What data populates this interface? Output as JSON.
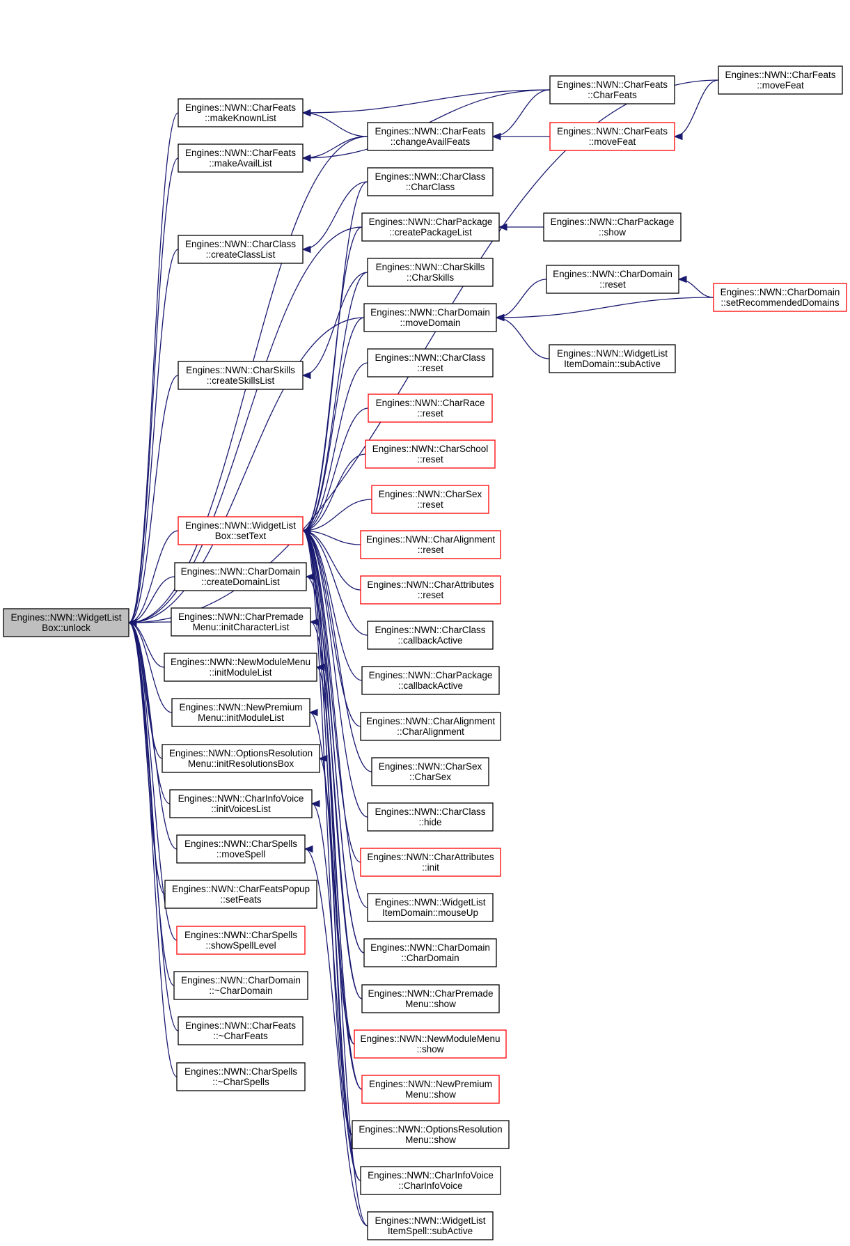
{
  "colors": {
    "edge": "#191970",
    "node_border": "#000000",
    "node_border_truncated": "#ff0000",
    "root_fill": "#bfbfbf",
    "node_fill": "#ffffff"
  },
  "nodes": [
    {
      "id": "root",
      "line1": "Engines::NWN::WidgetList",
      "line2": "Box::unlock",
      "style": "root"
    },
    {
      "id": "makeKnownList",
      "line1": "Engines::NWN::CharFeats",
      "line2": "::makeKnownList",
      "style": "normal"
    },
    {
      "id": "makeAvailList",
      "line1": "Engines::NWN::CharFeats",
      "line2": "::makeAvailList",
      "style": "normal"
    },
    {
      "id": "createClassList",
      "line1": "Engines::NWN::CharClass",
      "line2": "::createClassList",
      "style": "normal"
    },
    {
      "id": "createSkillsList",
      "line1": "Engines::NWN::CharSkills",
      "line2": "::createSkillsList",
      "style": "normal"
    },
    {
      "id": "setText",
      "line1": "Engines::NWN::WidgetList",
      "line2": "Box::setText",
      "style": "red"
    },
    {
      "id": "createDomainList",
      "line1": "Engines::NWN::CharDomain",
      "line2": "::createDomainList",
      "style": "normal"
    },
    {
      "id": "initCharacterList",
      "line1": "Engines::NWN::CharPremade",
      "line2": "Menu::initCharacterList",
      "style": "normal"
    },
    {
      "id": "nmmInitModuleList",
      "line1": "Engines::NWN::NewModuleMenu",
      "line2": "::initModuleList",
      "style": "normal"
    },
    {
      "id": "npmInitModuleList",
      "line1": "Engines::NWN::NewPremium",
      "line2": "Menu::initModuleList",
      "style": "normal"
    },
    {
      "id": "initResolutionsBox",
      "line1": "Engines::NWN::OptionsResolution",
      "line2": "Menu::initResolutionsBox",
      "style": "normal"
    },
    {
      "id": "initVoicesList",
      "line1": "Engines::NWN::CharInfoVoice",
      "line2": "::initVoicesList",
      "style": "normal"
    },
    {
      "id": "moveSpell",
      "line1": "Engines::NWN::CharSpells",
      "line2": "::moveSpell",
      "style": "normal"
    },
    {
      "id": "setFeats",
      "line1": "Engines::NWN::CharFeatsPopup",
      "line2": "::setFeats",
      "style": "normal"
    },
    {
      "id": "showSpellLevel",
      "line1": "Engines::NWN::CharSpells",
      "line2": "::showSpellLevel",
      "style": "red"
    },
    {
      "id": "dtorCharDomain",
      "line1": "Engines::NWN::CharDomain",
      "line2": "::~CharDomain",
      "style": "normal"
    },
    {
      "id": "dtorCharFeats",
      "line1": "Engines::NWN::CharFeats",
      "line2": "::~CharFeats",
      "style": "normal"
    },
    {
      "id": "dtorCharSpells",
      "line1": "Engines::NWN::CharSpells",
      "line2": "::~CharSpells",
      "style": "normal"
    },
    {
      "id": "changeAvailFeats",
      "line1": "Engines::NWN::CharFeats",
      "line2": "::changeAvailFeats",
      "style": "normal"
    },
    {
      "id": "ctorCharClass",
      "line1": "Engines::NWN::CharClass",
      "line2": "::CharClass",
      "style": "normal"
    },
    {
      "id": "createPackageList",
      "line1": "Engines::NWN::CharPackage",
      "line2": "::createPackageList",
      "style": "normal"
    },
    {
      "id": "ctorCharSkills",
      "line1": "Engines::NWN::CharSkills",
      "line2": "::CharSkills",
      "style": "normal"
    },
    {
      "id": "moveDomain",
      "line1": "Engines::NWN::CharDomain",
      "line2": "::moveDomain",
      "style": "normal"
    },
    {
      "id": "charClassReset",
      "line1": "Engines::NWN::CharClass",
      "line2": "::reset",
      "style": "normal"
    },
    {
      "id": "charRaceReset",
      "line1": "Engines::NWN::CharRace",
      "line2": "::reset",
      "style": "red"
    },
    {
      "id": "charSchoolReset",
      "line1": "Engines::NWN::CharSchool",
      "line2": "::reset",
      "style": "red"
    },
    {
      "id": "charSexReset",
      "line1": "Engines::NWN::CharSex",
      "line2": "::reset",
      "style": "red"
    },
    {
      "id": "charAlignmentReset",
      "line1": "Engines::NWN::CharAlignment",
      "line2": "::reset",
      "style": "red"
    },
    {
      "id": "charAttributesReset",
      "line1": "Engines::NWN::CharAttributes",
      "line2": "::reset",
      "style": "red"
    },
    {
      "id": "charClassCallback",
      "line1": "Engines::NWN::CharClass",
      "line2": "::callbackActive",
      "style": "normal"
    },
    {
      "id": "charPackageCallback",
      "line1": "Engines::NWN::CharPackage",
      "line2": "::callbackActive",
      "style": "normal"
    },
    {
      "id": "ctorCharAlignment",
      "line1": "Engines::NWN::CharAlignment",
      "line2": "::CharAlignment",
      "style": "normal"
    },
    {
      "id": "ctorCharSex",
      "line1": "Engines::NWN::CharSex",
      "line2": "::CharSex",
      "style": "normal"
    },
    {
      "id": "charClassHide",
      "line1": "Engines::NWN::CharClass",
      "line2": "::hide",
      "style": "normal"
    },
    {
      "id": "charAttributesInit",
      "line1": "Engines::NWN::CharAttributes",
      "line2": "::init",
      "style": "red"
    },
    {
      "id": "itemDomainMouseUp",
      "line1": "Engines::NWN::WidgetList",
      "line2": "ItemDomain::mouseUp",
      "style": "normal"
    },
    {
      "id": "ctorCharDomain",
      "line1": "Engines::NWN::CharDomain",
      "line2": "::CharDomain",
      "style": "normal"
    },
    {
      "id": "charPremadeShow",
      "line1": "Engines::NWN::CharPremade",
      "line2": "Menu::show",
      "style": "normal"
    },
    {
      "id": "newModuleMenuShow",
      "line1": "Engines::NWN::NewModuleMenu",
      "line2": "::show",
      "style": "red"
    },
    {
      "id": "newPremiumShow",
      "line1": "Engines::NWN::NewPremium",
      "line2": "Menu::show",
      "style": "red"
    },
    {
      "id": "optionsResolutionShow",
      "line1": "Engines::NWN::OptionsResolution",
      "line2": "Menu::show",
      "style": "normal"
    },
    {
      "id": "ctorCharInfoVoice",
      "line1": "Engines::NWN::CharInfoVoice",
      "line2": "::CharInfoVoice",
      "style": "normal"
    },
    {
      "id": "itemSpellSubActive",
      "line1": "Engines::NWN::WidgetList",
      "line2": "ItemSpell::subActive",
      "style": "normal"
    },
    {
      "id": "ctorCharFeats",
      "line1": "Engines::NWN::CharFeats",
      "line2": "::CharFeats",
      "style": "normal"
    },
    {
      "id": "charFeatsMoveFeat",
      "line1": "Engines::NWN::CharFeats",
      "line2": "::moveFeat",
      "style": "red"
    },
    {
      "id": "charPackageShow",
      "line1": "Engines::NWN::CharPackage",
      "line2": "::show",
      "style": "normal"
    },
    {
      "id": "charDomainReset",
      "line1": "Engines::NWN::CharDomain",
      "line2": "::reset",
      "style": "normal"
    },
    {
      "id": "itemDomainSubActive",
      "line1": "Engines::NWN::WidgetList",
      "line2": "ItemDomain::subActive",
      "style": "normal"
    },
    {
      "id": "moveFeatFar",
      "line1": "Engines::NWN::CharFeats",
      "line2": "::moveFeat",
      "style": "normal"
    },
    {
      "id": "setRecommendedDomains",
      "line1": "Engines::NWN::CharDomain",
      "line2": "::setRecommendedDomains",
      "style": "red"
    }
  ],
  "edges": [
    {
      "from": "makeKnownList",
      "to": "root"
    },
    {
      "from": "makeAvailList",
      "to": "root"
    },
    {
      "from": "createClassList",
      "to": "root"
    },
    {
      "from": "createSkillsList",
      "to": "root"
    },
    {
      "from": "setText",
      "to": "root"
    },
    {
      "from": "createDomainList",
      "to": "root"
    },
    {
      "from": "initCharacterList",
      "to": "root"
    },
    {
      "from": "nmmInitModuleList",
      "to": "root"
    },
    {
      "from": "npmInitModuleList",
      "to": "root"
    },
    {
      "from": "initResolutionsBox",
      "to": "root"
    },
    {
      "from": "initVoicesList",
      "to": "root"
    },
    {
      "from": "moveSpell",
      "to": "root"
    },
    {
      "from": "setFeats",
      "to": "root"
    },
    {
      "from": "showSpellLevel",
      "to": "root"
    },
    {
      "from": "dtorCharDomain",
      "to": "root"
    },
    {
      "from": "dtorCharFeats",
      "to": "root"
    },
    {
      "from": "dtorCharSpells",
      "to": "root"
    },
    {
      "from": "moveFeatFar",
      "to": "root"
    },
    {
      "from": "changeAvailFeats",
      "to": "root"
    },
    {
      "from": "createPackageList",
      "to": "root"
    },
    {
      "from": "moveDomain",
      "to": "root"
    },
    {
      "from": "ctorCharFeats",
      "to": "makeKnownList"
    },
    {
      "from": "changeAvailFeats",
      "to": "makeKnownList"
    },
    {
      "from": "ctorCharFeats",
      "to": "makeAvailList"
    },
    {
      "from": "changeAvailFeats",
      "to": "makeAvailList"
    },
    {
      "from": "ctorCharFeats",
      "to": "changeAvailFeats"
    },
    {
      "from": "charFeatsMoveFeat",
      "to": "changeAvailFeats"
    },
    {
      "from": "moveFeatFar",
      "to": "charFeatsMoveFeat"
    },
    {
      "from": "ctorCharClass",
      "to": "createClassList"
    },
    {
      "from": "ctorCharSkills",
      "to": "createSkillsList"
    },
    {
      "from": "charPackageShow",
      "to": "createPackageList"
    },
    {
      "from": "charDomainReset",
      "to": "moveDomain"
    },
    {
      "from": "setRecommendedDomains",
      "to": "moveDomain"
    },
    {
      "from": "itemDomainSubActive",
      "to": "moveDomain"
    },
    {
      "from": "setRecommendedDomains",
      "to": "charDomainReset"
    },
    {
      "from": "ctorCharClass",
      "to": "setText"
    },
    {
      "from": "createPackageList",
      "to": "setText"
    },
    {
      "from": "ctorCharSkills",
      "to": "setText"
    },
    {
      "from": "moveDomain",
      "to": "setText"
    },
    {
      "from": "charClassReset",
      "to": "setText"
    },
    {
      "from": "charRaceReset",
      "to": "setText"
    },
    {
      "from": "charSchoolReset",
      "to": "setText"
    },
    {
      "from": "charSexReset",
      "to": "setText"
    },
    {
      "from": "charAlignmentReset",
      "to": "setText"
    },
    {
      "from": "charAttributesReset",
      "to": "setText"
    },
    {
      "from": "charClassCallback",
      "to": "setText"
    },
    {
      "from": "charPackageCallback",
      "to": "setText"
    },
    {
      "from": "ctorCharAlignment",
      "to": "setText"
    },
    {
      "from": "ctorCharSex",
      "to": "setText"
    },
    {
      "from": "charClassHide",
      "to": "setText"
    },
    {
      "from": "charAttributesInit",
      "to": "setText"
    },
    {
      "from": "itemDomainMouseUp",
      "to": "setText"
    },
    {
      "from": "ctorCharDomain",
      "to": "setText"
    },
    {
      "from": "charPremadeShow",
      "to": "setText"
    },
    {
      "from": "newModuleMenuShow",
      "to": "setText"
    },
    {
      "from": "newPremiumShow",
      "to": "setText"
    },
    {
      "from": "optionsResolutionShow",
      "to": "setText"
    },
    {
      "from": "ctorCharInfoVoice",
      "to": "setText"
    },
    {
      "from": "itemSpellSubActive",
      "to": "setText"
    },
    {
      "from": "ctorCharDomain",
      "to": "createDomainList"
    },
    {
      "from": "charPremadeShow",
      "to": "initCharacterList"
    },
    {
      "from": "newModuleMenuShow",
      "to": "nmmInitModuleList"
    },
    {
      "from": "newPremiumShow",
      "to": "npmInitModuleList"
    },
    {
      "from": "optionsResolutionShow",
      "to": "initResolutionsBox"
    },
    {
      "from": "ctorCharInfoVoice",
      "to": "initVoicesList"
    },
    {
      "from": "itemSpellSubActive",
      "to": "moveSpell"
    }
  ]
}
